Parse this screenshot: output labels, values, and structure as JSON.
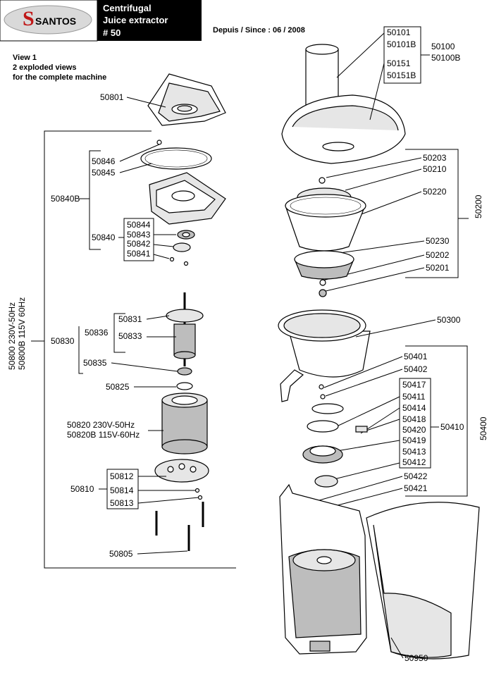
{
  "header": {
    "brand": "SANTOS",
    "product_line1": "Centrifugal",
    "product_line2": "Juice extractor",
    "product_line3": "# 50",
    "since": "Depuis / Since : 06 / 2008"
  },
  "view_note": [
    "View 1",
    "2 exploded views",
    "for the complete machine"
  ],
  "machine_label": [
    "50800 230V-50Hz",
    "50800B 115V 60Hz"
  ],
  "labels": {
    "p50801": "50801",
    "p50846": "50846",
    "p50845": "50845",
    "p50840B": "50840B",
    "p50844": "50844",
    "p50843": "50843",
    "p50842": "50842",
    "p50841": "50841",
    "p50840": "50840",
    "p50831": "50831",
    "p50836": "50836",
    "p50833": "50833",
    "p50830": "50830",
    "p50835": "50835",
    "p50825": "50825",
    "p50820a": "50820 230V-50Hz",
    "p50820b": "50820B 115V-60Hz",
    "p50812": "50812",
    "p50810": "50810",
    "p50814": "50814",
    "p50813": "50813",
    "p50805": "50805",
    "p50101": "50101",
    "p50101B": "50101B",
    "p50151": "50151",
    "p50151B": "50151B",
    "p50100": "50100",
    "p50100B": "50100B",
    "p50203": "50203",
    "p50210": "50210",
    "p50220": "50220",
    "p50230": "50230",
    "p50202": "50202",
    "p50201": "50201",
    "p50200": "50200",
    "p50300": "50300",
    "p50401": "50401",
    "p50402": "50402",
    "p50417": "50417",
    "p50411": "50411",
    "p50414": "50414",
    "p50418": "50418",
    "p50420": "50420",
    "p50419": "50419",
    "p50413": "50413",
    "p50412": "50412",
    "p50410": "50410",
    "p50422": "50422",
    "p50421": "50421",
    "p50400": "50400",
    "p50950": "50950"
  }
}
